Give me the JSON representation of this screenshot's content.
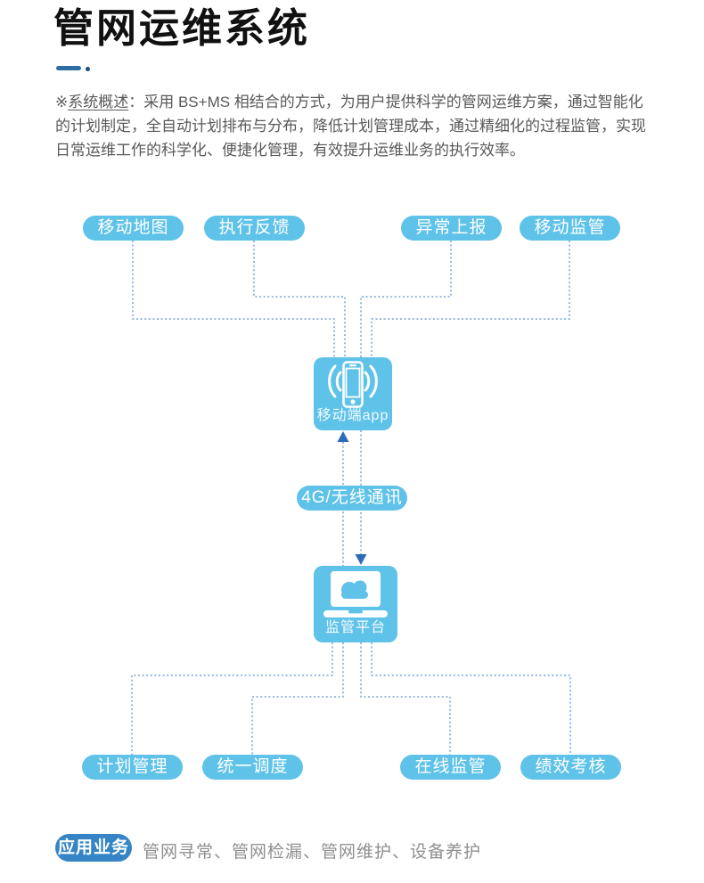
{
  "page": {
    "title": "管网运维系统"
  },
  "overview": {
    "marker": "※",
    "label": "系统概述",
    "separator": "：",
    "text": "采用 BS+MS  相结合的方式，为用户提供科学的管网运维方案，通过智能化的计划制定，全自动计划排布与分布，降低计划管理成本，通过精细化的过程监管，实现日常运维工作的科学化、便捷化管理，有效提升运维业务的执行效率。"
  },
  "diagram": {
    "top_nodes": [
      "移动地图",
      "执行反馈",
      "异常上报",
      "移动监管"
    ],
    "mobile_app_label": "移动端app",
    "link_label": "4G/无线通讯",
    "platform_label": "监管平台",
    "bottom_nodes": [
      "计划管理",
      "统一调度",
      "在线监管",
      "绩效考核"
    ]
  },
  "footer": {
    "badge": "应用业务",
    "text": "管网寻常、管网检漏、管网维护、设备养护"
  },
  "colors": {
    "node_blue": "#5fc2e8",
    "line_blue": "#76a3da",
    "arrow_blue": "#2b6cb8",
    "badge_blue": "#3585c6",
    "accent_blue": "#2f6ea5",
    "title_color": "#111111",
    "body_text": "#595959",
    "footer_text": "#8f8f8f"
  }
}
